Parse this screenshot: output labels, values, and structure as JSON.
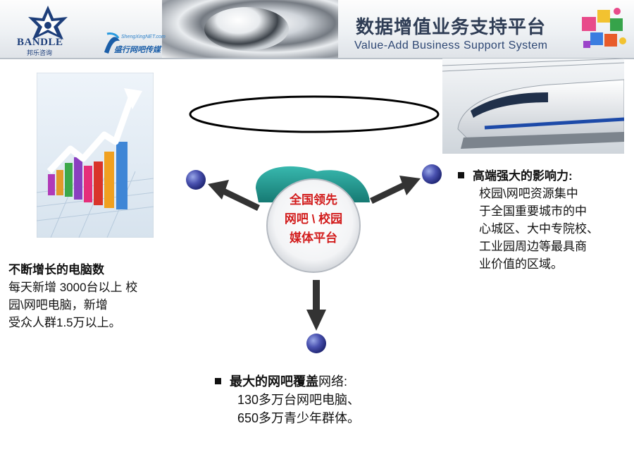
{
  "header": {
    "title_cn": "数据增值业务支持平台",
    "title_en": "Value-Add Business Support System",
    "logo_bandle": "BANDLE",
    "logo_bandle_sub": "邦乐咨询",
    "logo_sk_name": "ShengXingNET.com",
    "logo_sk_cn": "盛行网吧传媒"
  },
  "center": {
    "line1": "全国领先",
    "line2": "网吧 \\ 校园",
    "line3": "媒体平台"
  },
  "left_block": {
    "title": "不断增长的电脑数",
    "line1": "每天新增 3000台以上 校",
    "line2": "园\\网吧电脑，新增",
    "line3": "受众人群1.5万以上。"
  },
  "right_block": {
    "title": "高端强大的影响力:",
    "line1": "校园\\网吧资源集中",
    "line2": "于全国重要城市的中",
    "line3": "心城区、大中专院校、",
    "line4": "工业园周边等最具商",
    "line5": "业价值的区域。"
  },
  "bottom_block": {
    "title_bold": "最大的网吧覆盖",
    "title_rest": "网络:",
    "line1": "130多万台网吧电脑、",
    "line2": "650多万青少年群体。"
  },
  "colors": {
    "accent_red": "#d21c1c",
    "node_blue": "#3a3f9a",
    "teal_cap": "#1f9b93",
    "title_navy": "#2f3d55"
  }
}
